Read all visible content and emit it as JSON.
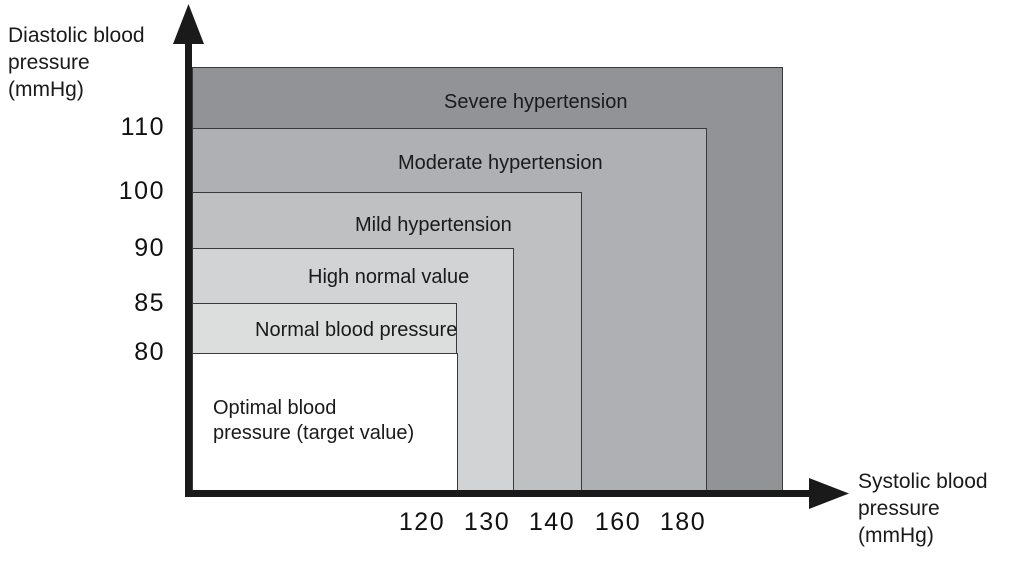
{
  "chart_data": {
    "type": "area",
    "title": "",
    "xlabel": "Systolic blood pressure (mmHg)",
    "ylabel": "Diastolic blood pressure (mmHg)",
    "xticks": [
      "120",
      "130",
      "140",
      "160",
      "180"
    ],
    "xtick_values": [
      120,
      130,
      140,
      160,
      180
    ],
    "yticks": [
      "80",
      "85",
      "90",
      "100",
      "110"
    ],
    "ytick_values": [
      80,
      85,
      90,
      100,
      110
    ],
    "grid": false,
    "legend_position": "none",
    "zones": [
      {
        "label": "Optimal blood\npressure (target value)",
        "systolic_max": 120,
        "diastolic_max": 80,
        "color": "#ffffff"
      },
      {
        "label": "Normal blood pressure",
        "systolic_max": 130,
        "diastolic_max": 85,
        "color": "#dcdddd"
      },
      {
        "label": "High normal value",
        "systolic_max": 140,
        "diastolic_max": 90,
        "color": "#d2d3d4"
      },
      {
        "label": "Mild hypertension",
        "systolic_max": 160,
        "diastolic_max": 100,
        "color": "#bec0c2"
      },
      {
        "label": "Moderate hypertension",
        "systolic_max": 180,
        "diastolic_max": 110,
        "color": "#aeb0b3"
      },
      {
        "label": "Severe hypertension",
        "systolic_max": 200,
        "diastolic_max": 120,
        "color": "#919396"
      }
    ]
  },
  "axes": {
    "y_title": "Diastolic blood\npressure\n(mmHg)",
    "x_title": "Systolic blood\npressure\n(mmHg)"
  },
  "yticks": {
    "t110": "110",
    "t100": "100",
    "t90": "90",
    "t85": "85",
    "t80": "80"
  },
  "xticks": {
    "t120": "120",
    "t130": "130",
    "t140": "140",
    "t160": "160",
    "t180": "180"
  },
  "zone_labels": {
    "severe": "Severe hypertension",
    "moderate": "Moderate hypertension",
    "mild": "Mild hypertension",
    "high_normal": "High normal value",
    "normal": "Normal blood pressure",
    "optimal": "Optimal blood\npressure (target value)"
  },
  "colors": {
    "severe": "#919396",
    "moderate": "#aeb0b3",
    "mild": "#bec0c2",
    "high_normal": "#d2d3d4",
    "normal": "#dcdddd",
    "optimal": "#ffffff",
    "axis": "#1a1a1a",
    "band_border": "#3a3a3a"
  }
}
